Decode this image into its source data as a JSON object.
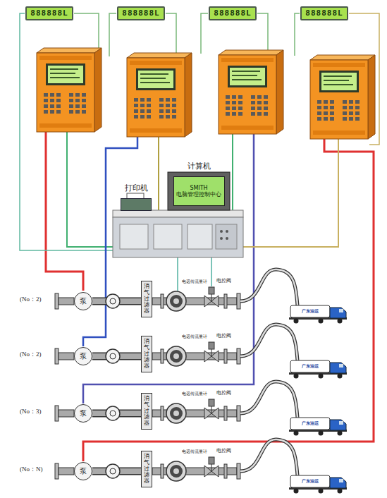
{
  "diagram": {
    "nodes": [
      {
        "text": [
          "888888L"
        ]
      },
      {
        "text": [
          "888888L"
        ]
      },
      {
        "text": [
          "888888L"
        ]
      },
      {
        "text": [
          "888888L"
        ]
      },
      {
        "text": [
          "计算机",
          "SMITH",
          "电脑管理控制中心"
        ]
      },
      {
        "text": [
          "打印机"
        ]
      },
      {
        "text": [
          "泵"
        ]
      },
      {
        "text": [
          "消气过滤器"
        ]
      },
      {
        "text": [
          "泵"
        ]
      },
      {
        "text": [
          "消气过滤器"
        ]
      },
      {
        "text": [
          "泵"
        ]
      },
      {
        "text": [
          "消气过滤器"
        ]
      },
      {
        "text": [
          "泵"
        ]
      },
      {
        "text": [
          "消气过滤器"
        ]
      }
    ],
    "edges": [
      {
        "from": 6,
        "to": 7,
        "arrow": "none"
      },
      {
        "from": 8,
        "to": 9,
        "arrow": "none"
      },
      {
        "from": 10,
        "to": 11,
        "arrow": "none"
      },
      {
        "from": 12,
        "to": 13,
        "arrow": "none"
      }
    ],
    "labels": [
      "(No：2)",
      "电远传流量计",
      "电控阀",
      "广东油运",
      "(No：2)",
      "电远传流量计",
      "电控阀",
      "广东油运",
      "(No：3)",
      "电远传流量计",
      "电控阀",
      "广东油运",
      "(No：N)",
      "电远传流量计",
      "电控阀",
      "广东油运"
    ]
  }
}
